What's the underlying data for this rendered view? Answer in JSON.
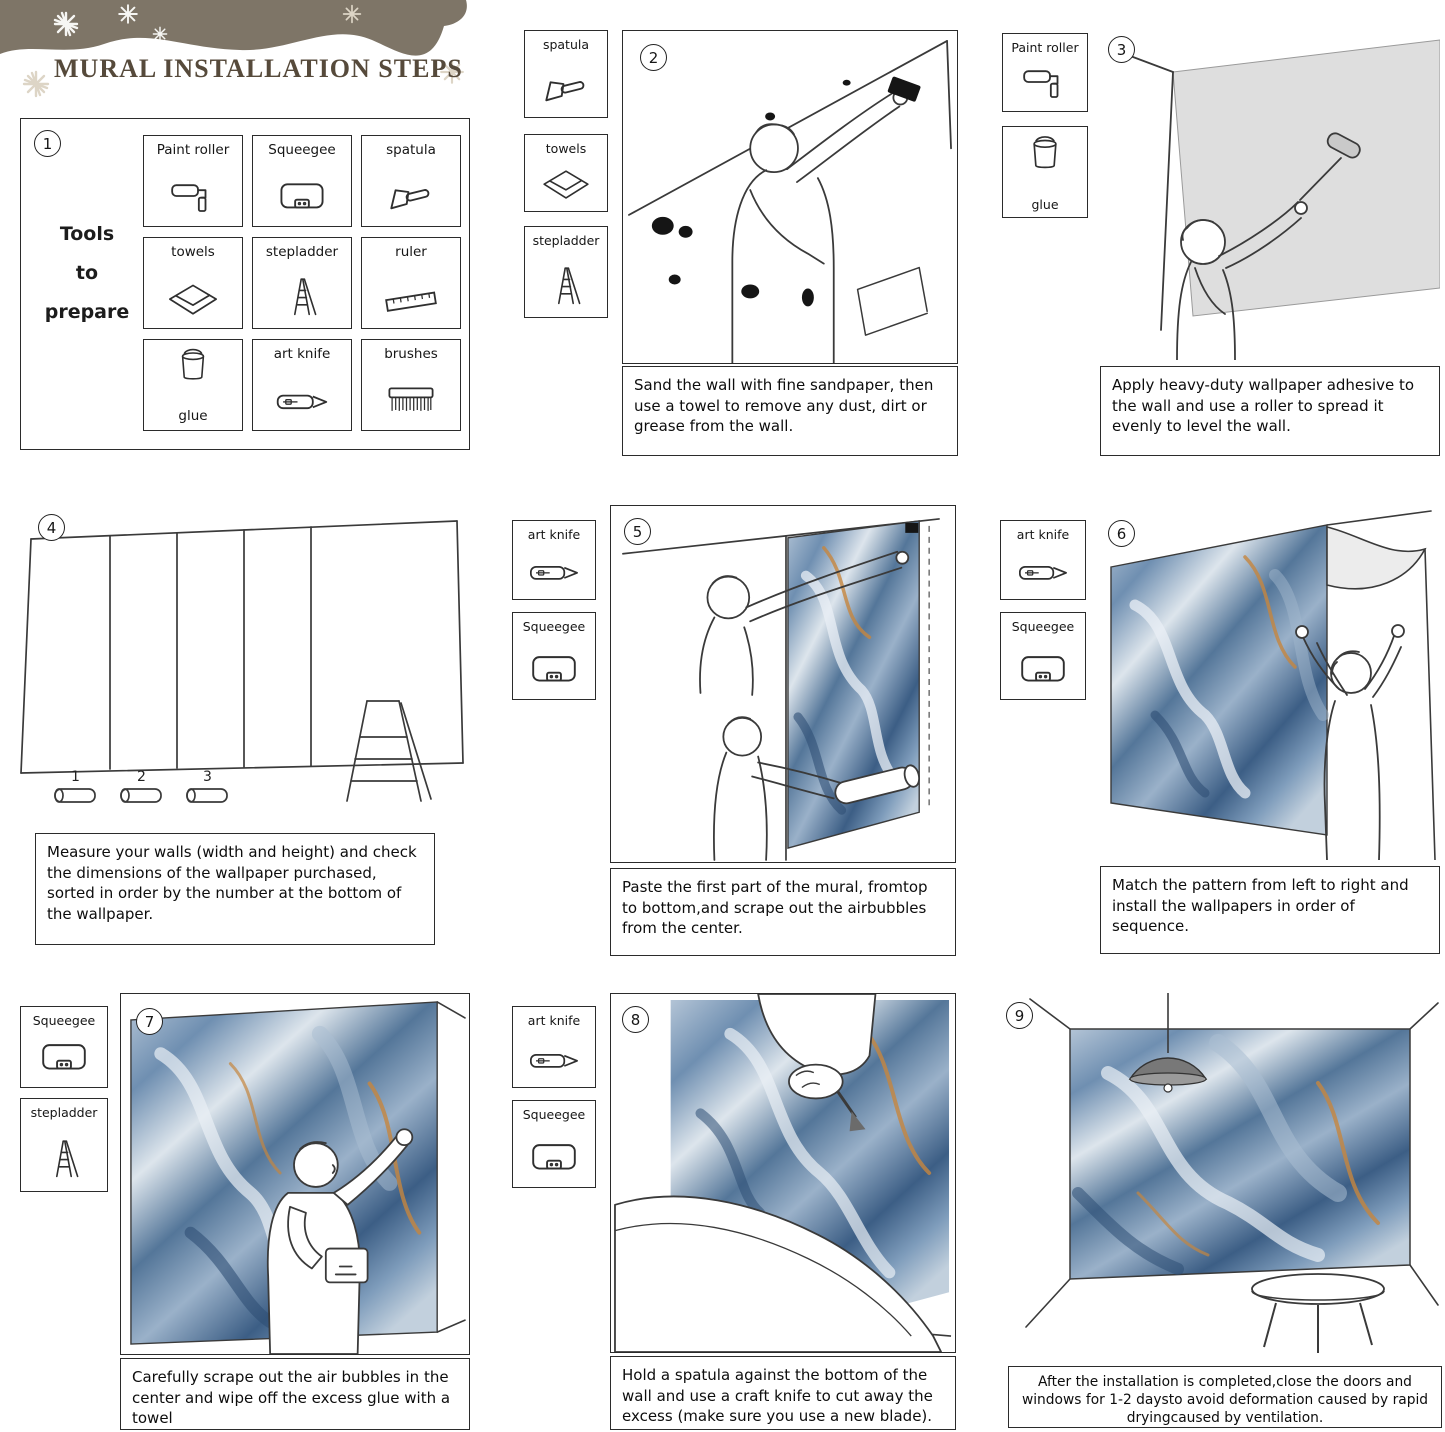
{
  "header": {
    "title": "MURAL INSTALLATION STEPS"
  },
  "colors": {
    "band": "#7e7567",
    "title": "#564a3b",
    "marble_blue": "#547699",
    "marble_accent": "#c5863e"
  },
  "tools_panel": {
    "number": "1",
    "label_lines": [
      "Tools",
      "to",
      "prepare"
    ],
    "tools": [
      {
        "label": "Paint roller"
      },
      {
        "label": "Squeegee"
      },
      {
        "label": "spatula"
      },
      {
        "label": "towels"
      },
      {
        "label": "stepladder"
      },
      {
        "label": "ruler"
      },
      {
        "label": "glue"
      },
      {
        "label": "art knife"
      },
      {
        "label": "brushes"
      }
    ]
  },
  "steps": {
    "s2": {
      "number": "2",
      "tool_labels": [
        "spatula",
        "towels",
        "stepladder"
      ],
      "caption": "Sand the wall with fine sandpaper, then use a towel to remove any dust, dirt or grease from the wall."
    },
    "s3": {
      "number": "3",
      "tool_labels": [
        "Paint roller",
        "glue"
      ],
      "caption": "Apply heavy-duty wallpaper adhesive to the wall and use a roller to spread it evenly to level the wall."
    },
    "s4": {
      "number": "4",
      "roll_labels": [
        "1",
        "2",
        "3"
      ],
      "caption": "Measure your walls (width and height) and check the dimensions of the wallpaper purchased, sorted in order by the number at the bottom of the wallpaper."
    },
    "s5": {
      "number": "5",
      "tool_labels": [
        "art knife",
        "Squeegee"
      ],
      "caption": "Paste the first part of the mural, fromtop to bottom,and scrape out the airbubbles from the center."
    },
    "s6": {
      "number": "6",
      "tool_labels": [
        "art knife",
        "Squeegee"
      ],
      "caption": "Match the pattern from left to right and install the wallpapers in order of sequence."
    },
    "s7": {
      "number": "7",
      "tool_labels": [
        "Squeegee",
        "stepladder"
      ],
      "caption": "Carefully scrape out the air bubbles in the center and wipe off the excess glue with a towel"
    },
    "s8": {
      "number": "8",
      "tool_labels": [
        "art knife",
        "Squeegee"
      ],
      "caption": "Hold a spatula against the bottom of the wall and use a craft knife to cut away the excess (make sure you use a new blade)."
    },
    "s9": {
      "number": "9",
      "caption": "After the installation is completed,close the doors and windows for 1-2 daysto avoid deformation caused by rapid dryingcaused by ventilation."
    }
  }
}
